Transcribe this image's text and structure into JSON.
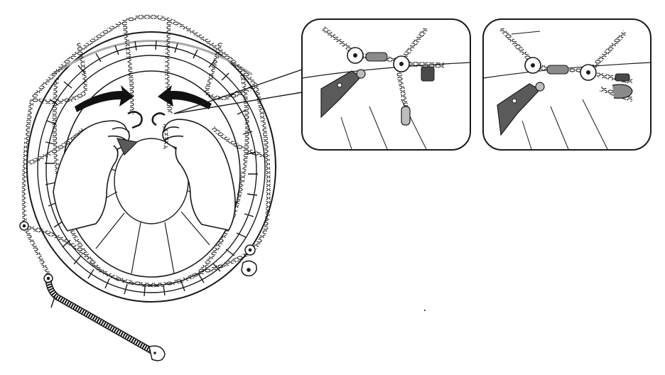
{
  "illustration": {
    "main_view": "wheel-with-snow-chain",
    "detail_views": [
      "chain-hook-before-closing",
      "chain-hook-after-closing"
    ]
  },
  "colors": {
    "line": "#1a1a1a",
    "background": "#ffffff",
    "tire_rim_highlight": "#a8a8a8",
    "hook_dark": "#5a5a5a",
    "arrow": "#111111"
  },
  "icons": {
    "arrows": [
      "curved-arrow-right-icon",
      "curved-arrow-left-icon"
    ],
    "hands": [
      "left-hand-icon",
      "right-hand-icon"
    ]
  }
}
